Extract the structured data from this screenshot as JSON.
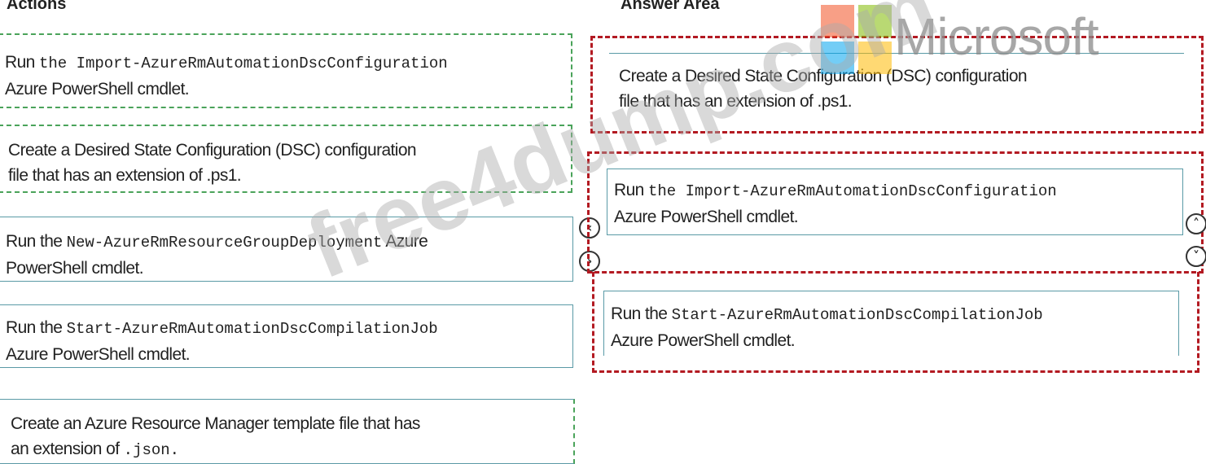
{
  "actions": {
    "heading": "Actions",
    "items": [
      {
        "pre": "Run ",
        "code": "the Import-AzureRmAutomationDscConfiguration",
        "post": "",
        "line2": "Azure PowerShell cmdlet."
      },
      {
        "pre": "Create a Desired State Configuration (DSC) configuration",
        "code": "",
        "post": "",
        "line2": "file that has an extension of .ps1."
      },
      {
        "pre": "Run the ",
        "code": "New-AzureRmResourceGroupDeployment",
        "post": " Azure",
        "line2": "PowerShell cmdlet."
      },
      {
        "pre": "Run the ",
        "code": "Start-AzureRmAutomationDscCompilationJob",
        "post": "",
        "line2": "Azure PowerShell cmdlet."
      },
      {
        "pre": "Create an Azure Resource Manager template file that has",
        "code": "",
        "post": "",
        "line2_pre": "an extension of ",
        "line2_code": ".json."
      }
    ]
  },
  "answer_area": {
    "heading": "Answer Area",
    "items": [
      {
        "pre": "Create a Desired State Configuration (DSC) configuration",
        "code": "",
        "line2": "file that has an extension of .ps1."
      },
      {
        "pre": "Run ",
        "code": "the Import-AzureRmAutomationDscConfiguration",
        "line2": "Azure PowerShell cmdlet."
      },
      {
        "pre": "Run the ",
        "code": "Start-AzureRmAutomationDscCompilationJob",
        "line2": "Azure PowerShell cmdlet."
      }
    ]
  },
  "controls": {
    "move_left": "‹",
    "move_right": "›",
    "move_up": "˄",
    "move_down": "˅"
  },
  "branding": {
    "logo_text": "Microsoft",
    "watermark": "free4dump.com",
    "colors": {
      "red": "#f25022",
      "green": "#7fba00",
      "blue": "#00a4ef",
      "yellow": "#ffb900"
    }
  }
}
